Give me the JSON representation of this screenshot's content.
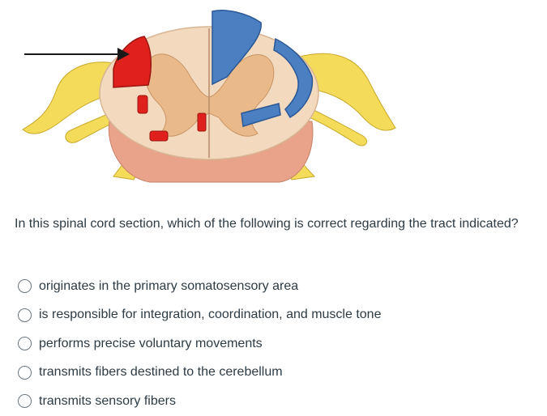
{
  "question": {
    "text": "In this spinal cord section, which of the following is correct regarding the tract indicated?"
  },
  "options": [
    {
      "label": "originates in the primary somatosensory area"
    },
    {
      "label": "is responsible for integration, coordination, and muscle tone"
    },
    {
      "label": "performs precise voluntary movements"
    },
    {
      "label": "transmits fibers destined to the cerebellum"
    },
    {
      "label": "transmits sensory fibers"
    }
  ],
  "figure": {
    "highlight_color": "#e0201c",
    "blue_tract_color": "#4a7fc1",
    "nerve_color": "#f4dc5a"
  }
}
